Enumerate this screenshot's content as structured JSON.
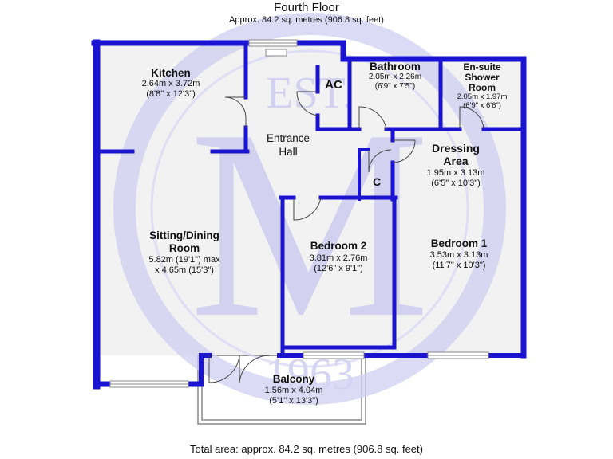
{
  "header": {
    "title": "Fourth Floor",
    "subtitle": "Approx. 84.2 sq. metres (906.8 sq. feet)"
  },
  "rooms": {
    "kitchen": {
      "name": "Kitchen",
      "dim_m": "2.64m x 3.72m",
      "dim_ft": "(8'8\" x 12'3\")"
    },
    "entrance": {
      "name_line1": "Entrance",
      "name_line2": "Hall"
    },
    "ac": {
      "name": "AC"
    },
    "bathroom": {
      "name": "Bathroom",
      "dim_m": "2.05m x 2.26m",
      "dim_ft": "(6'9\" x 7'5\")"
    },
    "ensuite": {
      "name_line1": "En-suite",
      "name_line2": "Shower",
      "name_line3": "Room",
      "dim_m": "2.05m x 1.97m",
      "dim_ft": "(6'9\" x 6'6\")"
    },
    "dressing": {
      "name_line1": "Dressing",
      "name_line2": "Area",
      "dim_m": "1.95m x 3.13m",
      "dim_ft": "(6'5\" x 10'3\")"
    },
    "cupboard": {
      "name": "C"
    },
    "sitting": {
      "name_line1": "Sitting/Dining",
      "name_line2": "Room",
      "dim_line1": "5.82m (19'1\") max",
      "dim_line2": "x 4.65m (15'3\")"
    },
    "bedroom2": {
      "name": "Bedroom 2",
      "dim_m": "3.81m x 2.76m",
      "dim_ft": "(12'6\" x 9'1\")"
    },
    "bedroom1": {
      "name": "Bedroom 1",
      "dim_m": "3.53m x 3.13m",
      "dim_ft": "(11'7\" x 10'3\")"
    },
    "balcony": {
      "name": "Balcony",
      "dim_m": "1.56m x 4.04m",
      "dim_ft": "(5'1\" x 13'3\")"
    }
  },
  "watermark": {
    "letter": "M",
    "top_text": "EST.",
    "bottom_text": "1963",
    "color": "#c8c8f0"
  },
  "colors": {
    "wall": "#1a14d2",
    "floor": "#f2f2f2",
    "balcony_line": "#888888"
  },
  "footer": {
    "total_area": "Total area: approx. 84.2 sq. metres (906.8 sq. feet)"
  }
}
